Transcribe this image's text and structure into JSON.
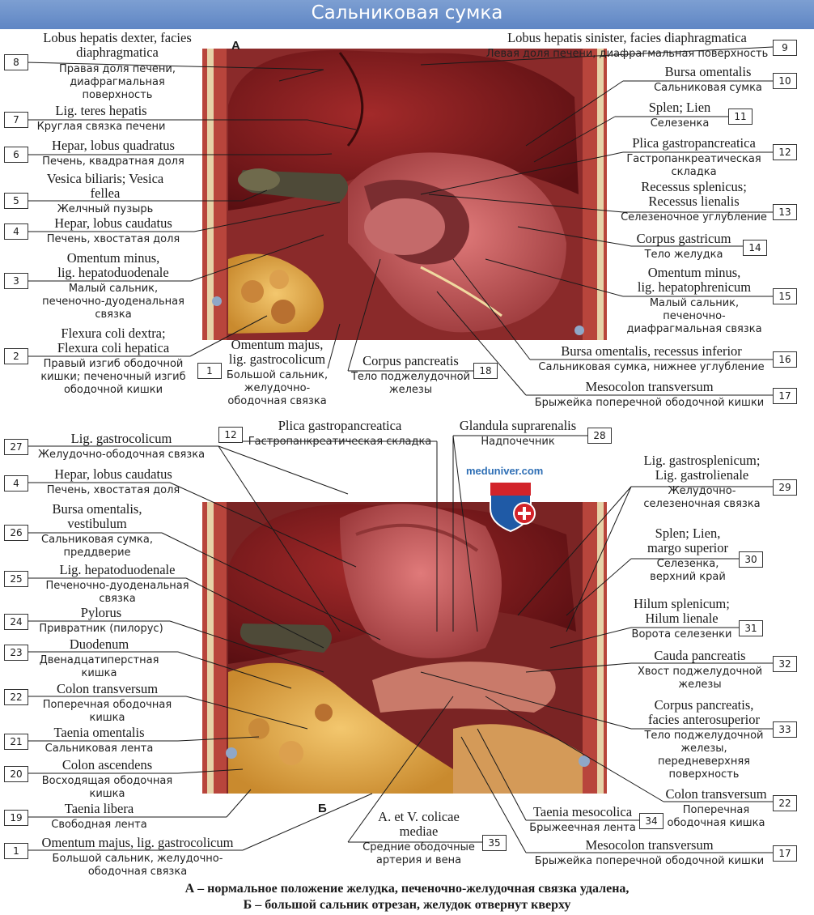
{
  "title": "Сальниковая сумка",
  "panel_a_letter": "А",
  "panel_b_letter": "Б",
  "brand": "meduniver.com",
  "caption_line1": "А – нормальное положение желудка, печеночно-желудочная связка удалена,",
  "caption_line2": "Б – большой сальник отрезан, желудок отвернут кверху",
  "panel_a_labels": [
    {
      "num": "8",
      "lat": [
        "Lobus hepatis dexter, facies",
        "diaphragmatica"
      ],
      "ru": [
        "Правая доля печени,",
        "диафрагмальная",
        "поверхность"
      ]
    },
    {
      "num": "7",
      "lat": [
        "Lig. teres hepatis"
      ],
      "ru": [
        "Круглая связка печени"
      ]
    },
    {
      "num": "6",
      "lat": [
        "Hepar, lobus quadratus"
      ],
      "ru": [
        "Печень, квадратная доля"
      ]
    },
    {
      "num": "5",
      "lat": [
        "Vesica biliaris; Vesica",
        "fellea"
      ],
      "ru": [
        "Желчный пузырь"
      ]
    },
    {
      "num": "4",
      "lat": [
        "Hepar, lobus caudatus"
      ],
      "ru": [
        "Печень, хвостатая доля"
      ]
    },
    {
      "num": "3",
      "lat": [
        "Omentum minus,",
        "lig. hepatoduodenale"
      ],
      "ru": [
        "Малый сальник,",
        "печеночно-дуоденальная",
        "связка"
      ]
    },
    {
      "num": "2",
      "lat": [
        "Flexura coli dextra;",
        "Flexura coli hepatica"
      ],
      "ru": [
        "Правый изгиб ободочной",
        "кишки; печеночный изгиб",
        "ободочной кишки"
      ]
    },
    {
      "num": "1",
      "lat": [
        "Omentum majus,",
        "lig. gastrocolicum"
      ],
      "ru": [
        "Большой сальник,",
        "желудочно-",
        "ободочная связка"
      ]
    },
    {
      "num": "18",
      "lat": [
        "Corpus pancreatis"
      ],
      "ru": [
        "Тело поджелудочной",
        "железы"
      ]
    },
    {
      "num": "9",
      "lat": [
        "Lobus hepatis sinister, facies diaphragmatica"
      ],
      "ru": [
        "Левая доля печени, диафрагмальная поверхность"
      ]
    },
    {
      "num": "10",
      "lat": [
        "Bursa omentalis"
      ],
      "ru": [
        "Сальниковая сумка"
      ]
    },
    {
      "num": "11",
      "lat": [
        "Splen; Lien"
      ],
      "ru": [
        "Селезенка"
      ]
    },
    {
      "num": "12",
      "lat": [
        "Plica gastropancreatica"
      ],
      "ru": [
        "Гастропанкреатическая",
        "складка"
      ]
    },
    {
      "num": "13",
      "lat": [
        "Recessus splenicus;",
        "Recessus lienalis"
      ],
      "ru": [
        "Селезеночное углубление"
      ]
    },
    {
      "num": "14",
      "lat": [
        "Corpus gastricum"
      ],
      "ru": [
        "Тело желудка"
      ]
    },
    {
      "num": "15",
      "lat": [
        "Omentum minus,",
        "lig. hepatophrenicum"
      ],
      "ru": [
        "Малый сальник,",
        "печеночно-",
        "диафрагмальная связка"
      ]
    },
    {
      "num": "16",
      "lat": [
        "Bursa omentalis, recessus inferior"
      ],
      "ru": [
        "Сальниковая сумка, нижнее углубление"
      ]
    },
    {
      "num": "17",
      "lat": [
        "Mesocolon transversum"
      ],
      "ru": [
        "Брыжейка поперечной ободочной кишки"
      ]
    }
  ],
  "panel_b_labels": [
    {
      "num": "27",
      "lat": [
        "Lig. gastrocolicum"
      ],
      "ru": [
        "Желудочно-ободочная связка"
      ]
    },
    {
      "num": "12",
      "lat": [
        "Plica gastropancreatica"
      ],
      "ru": [
        "Гастропанкреатическая складка"
      ]
    },
    {
      "num": "28",
      "lat": [
        "Glandula suprarenalis"
      ],
      "ru": [
        "Надпочечник"
      ]
    },
    {
      "num": "4",
      "lat": [
        "Hepar, lobus caudatus"
      ],
      "ru": [
        "Печень, хвостатая доля"
      ]
    },
    {
      "num": "26",
      "lat": [
        "Bursa omentalis,",
        "vestibulum"
      ],
      "ru": [
        "Сальниковая сумка,",
        "преддверие"
      ]
    },
    {
      "num": "25",
      "lat": [
        "Lig. hepatoduodenale"
      ],
      "ru": [
        "Печеночно-дуоденальная",
        "связка"
      ]
    },
    {
      "num": "24",
      "lat": [
        "Pylorus"
      ],
      "ru": [
        "Привратник (пилорус)"
      ]
    },
    {
      "num": "23",
      "lat": [
        "Duodenum"
      ],
      "ru": [
        "Двенадцатиперстная",
        "кишка"
      ]
    },
    {
      "num": "22",
      "lat": [
        "Colon transversum"
      ],
      "ru": [
        "Поперечная ободочная",
        "кишка"
      ]
    },
    {
      "num": "21",
      "lat": [
        "Taenia omentalis"
      ],
      "ru": [
        "Сальниковая лента"
      ]
    },
    {
      "num": "20",
      "lat": [
        "Colon ascendens"
      ],
      "ru": [
        "Восходящая ободочная",
        "кишка"
      ]
    },
    {
      "num": "19",
      "lat": [
        "Taenia libera"
      ],
      "ru": [
        "Свободная лента"
      ]
    },
    {
      "num": "1",
      "lat": [
        "Omentum majus, lig. gastrocolicum"
      ],
      "ru": [
        "Большой сальник, желудочно-",
        "ободочная связка"
      ]
    },
    {
      "num": "35",
      "lat": [
        "A. et V. colicae",
        "mediae"
      ],
      "ru": [
        "Средние ободочные",
        "артерия и вена"
      ]
    },
    {
      "num": "29",
      "lat": [
        "Lig. gastrosplenicum;",
        "Lig. gastrolienale"
      ],
      "ru": [
        "Желудочно-",
        "селезеночная связка"
      ]
    },
    {
      "num": "30",
      "lat": [
        "Splen; Lien,",
        "margo superior"
      ],
      "ru": [
        "Селезенка,",
        "верхний край"
      ]
    },
    {
      "num": "31",
      "lat": [
        "Hilum splenicum;",
        "Hilum lienale"
      ],
      "ru": [
        "Ворота селезенки"
      ]
    },
    {
      "num": "32",
      "lat": [
        "Cauda pancreatis"
      ],
      "ru": [
        "Хвост поджелудочной",
        "железы"
      ]
    },
    {
      "num": "33",
      "lat": [
        "Corpus pancreatis,",
        "facies anterosuperior"
      ],
      "ru": [
        "Тело поджелудочной",
        "железы,",
        "передневерхняя",
        "поверхность"
      ]
    },
    {
      "num": "22",
      "lat": [
        "Colon transversum"
      ],
      "ru": [
        "Поперечная",
        "ободочная кишка"
      ]
    },
    {
      "num": "34",
      "lat": [
        "Taenia mesocolica"
      ],
      "ru": [
        "Брыжеечная лента"
      ]
    },
    {
      "num": "17",
      "lat": [
        "Mesocolon transversum"
      ],
      "ru": [
        "Брыжейка поперечной ободочной кишки"
      ]
    }
  ]
}
